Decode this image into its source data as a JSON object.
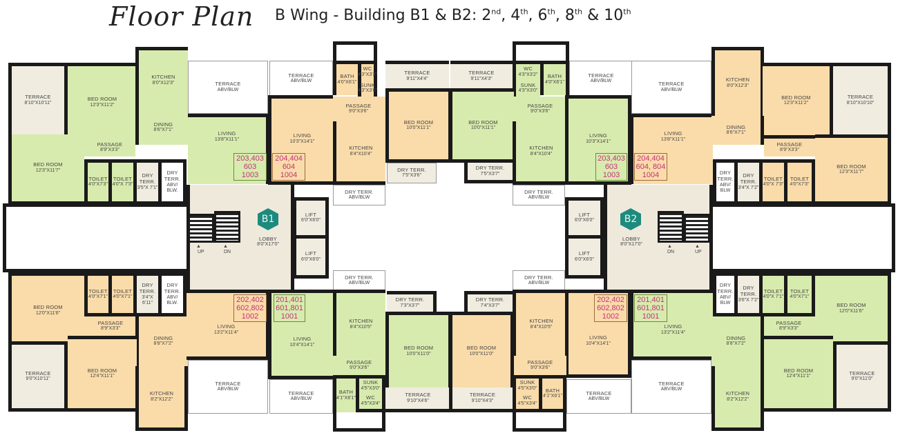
{
  "title": {
    "script": "Floor Plan",
    "subtitle_prefix": "B Wing - Building B1 & B2:",
    "floors": [
      {
        "num": "2",
        "suffix": "nd"
      },
      {
        "num": "4",
        "suffix": "th"
      },
      {
        "num": "6",
        "suffix": "th"
      },
      {
        "num": "8",
        "suffix": "th"
      },
      {
        "num": "10",
        "suffix": "th"
      }
    ],
    "sep1": ",",
    "sep2": ",",
    "sep3": ",",
    "amp": "&"
  },
  "colors": {
    "green_unit": "#d8ebae",
    "orange_unit": "#fadcaa",
    "terrace": "#f0ece0",
    "wall": "#1a1a1a",
    "unit_number": "#c2327a",
    "badge": "#1d8a7e"
  },
  "buildings": [
    {
      "badge": "B1",
      "lobby": {
        "name": "LOBBY",
        "dim": "8'0\"X17'0\""
      },
      "lift1": {
        "name": "LIFT",
        "dim": "6'0\"X6'0\""
      },
      "lift2": {
        "name": "LIFT",
        "dim": "6'0\"X6'0\""
      },
      "stairs_up": "UP",
      "stairs_dn": "DN"
    },
    {
      "badge": "B2",
      "lobby": {
        "name": "LOBBY",
        "dim": "8'0\"X17'0\""
      },
      "lift1": {
        "name": "LIFT",
        "dim": "6'0\"X6'0\""
      },
      "lift2": {
        "name": "LIFT",
        "dim": "6'0\"X6'0\""
      },
      "stairs_up": "UP",
      "stairs_dn": "DN"
    }
  ],
  "units": {
    "b1_top_left": {
      "numbers": [
        "203,403",
        "603",
        "1003"
      ],
      "terrace": {
        "name": "TERRACE",
        "dim": "8'10\"X10'11\""
      },
      "bed1": {
        "name": "BED ROOM",
        "dim": "12'3\"X11'2\""
      },
      "kitchen": {
        "name": "KITCHEN",
        "dim": "8'0\"X12'3\""
      },
      "terrace_abv": {
        "name": "TERRACE",
        "dim": "ABV/BLW"
      },
      "dining": {
        "name": "DINING",
        "dim": "8'6\"X7'1\""
      },
      "living": {
        "name": "LIVING",
        "dim": "13'8\"X11'1\""
      },
      "passage": {
        "name": "PASSAGE",
        "dim": "8'9\"X3'3\""
      },
      "bed2": {
        "name": "BED ROOM",
        "dim": "12'3\"X11'7\""
      },
      "toilet1": {
        "name": "TOILET",
        "dim": "4'0\"X7'3\""
      },
      "toilet2": {
        "name": "TOILET",
        "dim": "4'0\"X 7'3\""
      },
      "dry1": {
        "name": "DRY TERR.",
        "dim": "3'5\"X 7'1\""
      },
      "dry2": {
        "name": "DRY TERR.",
        "dim": "ABV/ BLW."
      }
    },
    "b1_top_right": {
      "numbers": [
        "204,404",
        "604",
        "1004"
      ],
      "terrace_abv": {
        "name": "TERRACE",
        "dim": "ABV/BLW"
      },
      "bath": {
        "name": "BATH",
        "dim": "4'0\"X6'1\""
      },
      "wc": {
        "name": "WC",
        "dim": "4'3\"X3'2\""
      },
      "sunk": {
        "name": "SUNK",
        "dim": "4'3\"X3'0\""
      },
      "terrace": {
        "name": "TERRACE",
        "dim": "9'11\"X4'4\""
      },
      "passage": {
        "name": "PASSAGE",
        "dim": "9'0\"X3'6\""
      },
      "living": {
        "name": "LIVING",
        "dim": "10'3\"X14'1\""
      },
      "kitchen": {
        "name": "KITCHEN",
        "dim": "8'4\"X10'4\""
      },
      "bed": {
        "name": "BED ROOM",
        "dim": "10'0\"X11'1\""
      },
      "dry": {
        "name": "DRY TERR.",
        "dim": "7'5\"X3'6\""
      },
      "dry_abv": {
        "name": "DRY TERR.",
        "dim": "ABV/BLW"
      }
    },
    "b2_top_left": {
      "numbers": [
        "203,403",
        "603",
        "1003"
      ],
      "terrace": {
        "name": "TERRACE",
        "dim": "9'11\"X4'3\""
      },
      "wc": {
        "name": "WC",
        "dim": "4'3\"X3'2\""
      },
      "sunk": {
        "name": "SUNK",
        "dim": "4'3\"X3'0\""
      },
      "bath": {
        "name": "BATH",
        "dim": "4'0\"X6'1\""
      },
      "terrace_abv": {
        "name": "TERRACE",
        "dim": "ABV/BLW"
      },
      "passage": {
        "name": "PASSAGE",
        "dim": "9'0\"X3'6\""
      },
      "bed": {
        "name": "BED ROOM",
        "dim": "10'0\"X11'1\""
      },
      "kitchen": {
        "name": "KITCHEN",
        "dim": "8'4\"X10'4\""
      },
      "living": {
        "name": "LIVING",
        "dim": "10'3\"X14'1\""
      },
      "dry": {
        "name": "DRY TERR.",
        "dim": "7'5\"X3'7\""
      },
      "dry_abv": {
        "name": "DRY TERR.",
        "dim": "ABV/BLW"
      }
    },
    "b2_top_right": {
      "numbers": [
        "204,404",
        "604, 804",
        "1004"
      ],
      "terrace_abv": {
        "name": "TERRACE",
        "dim": "ABV/BLW"
      },
      "kitchen": {
        "name": "KITCHEN",
        "dim": "8'0\"X12'3\""
      },
      "bed1": {
        "name": "BED ROOM",
        "dim": "12'3\"X11'2\""
      },
      "terrace": {
        "name": "TERRACE",
        "dim": "8'10\"X10'10\""
      },
      "living": {
        "name": "LIVING",
        "dim": "13'8\"X11'1\""
      },
      "dining": {
        "name": "DINING",
        "dim": "8'6\"X7'1\""
      },
      "passage": {
        "name": "PASSAGE",
        "dim": "8'9\"X3'3\""
      },
      "bed2": {
        "name": "BED ROOM",
        "dim": "12'3\"X11'7\""
      },
      "dry1": {
        "name": "DRY TERR.",
        "dim": "ABV/ BLW"
      },
      "dry2": {
        "name": "DRY TERR.",
        "dim": "3'4\"X 7'2\""
      },
      "toilet1": {
        "name": "TOILET",
        "dim": "4'0\"X 7'3\""
      },
      "toilet2": {
        "name": "TOILET",
        "dim": "4'0\"X7'3\""
      }
    },
    "b1_bottom_left": {
      "numbers": [
        "202,402",
        "602,802",
        "1002"
      ],
      "bed1": {
        "name": "BED ROOM",
        "dim": "12'0\"X11'6\""
      },
      "toilet1": {
        "name": "TOILET",
        "dim": "4'0\"X7'1\""
      },
      "toilet2": {
        "name": "TOILET",
        "dim": "4'0\"X7'1\""
      },
      "dry1": {
        "name": "DRY TERR.",
        "dim": "3'4\"X 6'11\""
      },
      "dry2": {
        "name": "DRY TERR.",
        "dim": "ABV/ BLW."
      },
      "passage": {
        "name": "PASSAGE",
        "dim": "8'9\"X3'3\""
      },
      "dining": {
        "name": "DINING",
        "dim": "8'8\"X7'2\""
      },
      "living": {
        "name": "LIVING",
        "dim": "13'2\"X11'4\""
      },
      "terrace": {
        "name": "TERRACE",
        "dim": "9'0\"X10'11\""
      },
      "bed2": {
        "name": "BED ROOM",
        "dim": "12'4\"X11'1\""
      },
      "kitchen": {
        "name": "KITCHEN",
        "dim": "8'2\"X12'2\""
      },
      "terrace_abv": {
        "name": "TERRACE",
        "dim": "ABV/BLW"
      }
    },
    "b1_bottom_right": {
      "numbers": [
        "201,401",
        "601,801",
        "1001"
      ],
      "dry_abv": {
        "name": "DRY TERR.",
        "dim": "ABV/BLW"
      },
      "dry": {
        "name": "DRY TERR.",
        "dim": "7'3\"X3'7\""
      },
      "kitchen": {
        "name": "KITCHEN",
        "dim": "8'4\"X10'5\""
      },
      "living": {
        "name": "LIVING",
        "dim": "10'4\"X14'1\""
      },
      "bed": {
        "name": "BED ROOM",
        "dim": "10'0\"X11'0\""
      },
      "passage": {
        "name": "PASSAGE",
        "dim": "9'0\"X3'6\""
      },
      "sunk": {
        "name": "SUNK",
        "dim": "4'5\"X3'0\""
      },
      "bath": {
        "name": "BATH",
        "dim": "4'1\"X6'1\""
      },
      "wc": {
        "name": "WC",
        "dim": "4'5\"X3'4\""
      },
      "terrace": {
        "name": "TERRACE",
        "dim": "9'10\"X4'6\""
      },
      "terrace_abv": {
        "name": "TERRACE",
        "dim": "ABV/BLW"
      }
    },
    "b2_bottom_left": {
      "numbers": [
        "202,402",
        "602,802",
        "1002"
      ],
      "dry_abv": {
        "name": "DRY TERR.",
        "dim": "ABV/BLW"
      },
      "dry": {
        "name": "DRY TERR.",
        "dim": "7'4\"X3'7\""
      },
      "kitchen": {
        "name": "KITCHEN",
        "dim": "8'4\"X10'5\""
      },
      "living": {
        "name": "LIVING",
        "dim": "10'4\"X14'1\""
      },
      "bed": {
        "name": "BED ROOM",
        "dim": "10'0\"X11'0\""
      },
      "passage": {
        "name": "PASSAGE",
        "dim": "9'0\"X3'6\""
      },
      "sunk": {
        "name": "SUNK",
        "dim": "4'5\"X3'0\""
      },
      "bath": {
        "name": "BATH",
        "dim": "4'1\"X6'1\""
      },
      "wc": {
        "name": "WC",
        "dim": "4'5\"X3'4\""
      },
      "terrace": {
        "name": "TERRACE",
        "dim": "9'10\"X4'3\""
      },
      "terrace_abv": {
        "name": "TERRACE",
        "dim": "ABV/BLW"
      }
    },
    "b2_bottom_right": {
      "numbers": [
        "201,401",
        "601,801",
        "1001"
      ],
      "dry1": {
        "name": "DRY TERR.",
        "dim": "ABV/ BLW"
      },
      "dry2": {
        "name": "DRY TERR.",
        "dim": "3'6\"X 7'2\""
      },
      "toilet1": {
        "name": "TOILET",
        "dim": "4'0\"X 7'1\""
      },
      "toilet2": {
        "name": "TOILET",
        "dim": "4'0\"X7'1\""
      },
      "bed1": {
        "name": "BED ROOM",
        "dim": "12'0\"X11'6\""
      },
      "passage": {
        "name": "PASSAGE",
        "dim": "8'9\"X3'3\""
      },
      "living": {
        "name": "LIVING",
        "dim": "13'2\"X11'4\""
      },
      "dining": {
        "name": "DINING",
        "dim": "8'8\"X7'2\""
      },
      "bed2": {
        "name": "BED ROOM",
        "dim": "12'4\"X11'1\""
      },
      "terrace": {
        "name": "TERRACE",
        "dim": "9'0\"X11'0\""
      },
      "kitchen": {
        "name": "KITCHEN",
        "dim": "8'2\"X12'2\""
      },
      "terrace_abv": {
        "name": "TERRACE",
        "dim": "ABV/BLW"
      }
    }
  },
  "shared": {
    "dry_terr_b1_top": {
      "name": "DRY TERR.",
      "dim": "ABV/BLW"
    },
    "dry_terr_b1_bot": {
      "name": "DRY TERR.",
      "dim": "ABV/BLW"
    },
    "dry_terr_b2_top": {
      "name": "DRY TERR.",
      "dim": "ABV/BLW"
    },
    "dry_terr_b2_bot": {
      "name": "DRY TERR.",
      "dim": "ABV/BLW"
    }
  }
}
